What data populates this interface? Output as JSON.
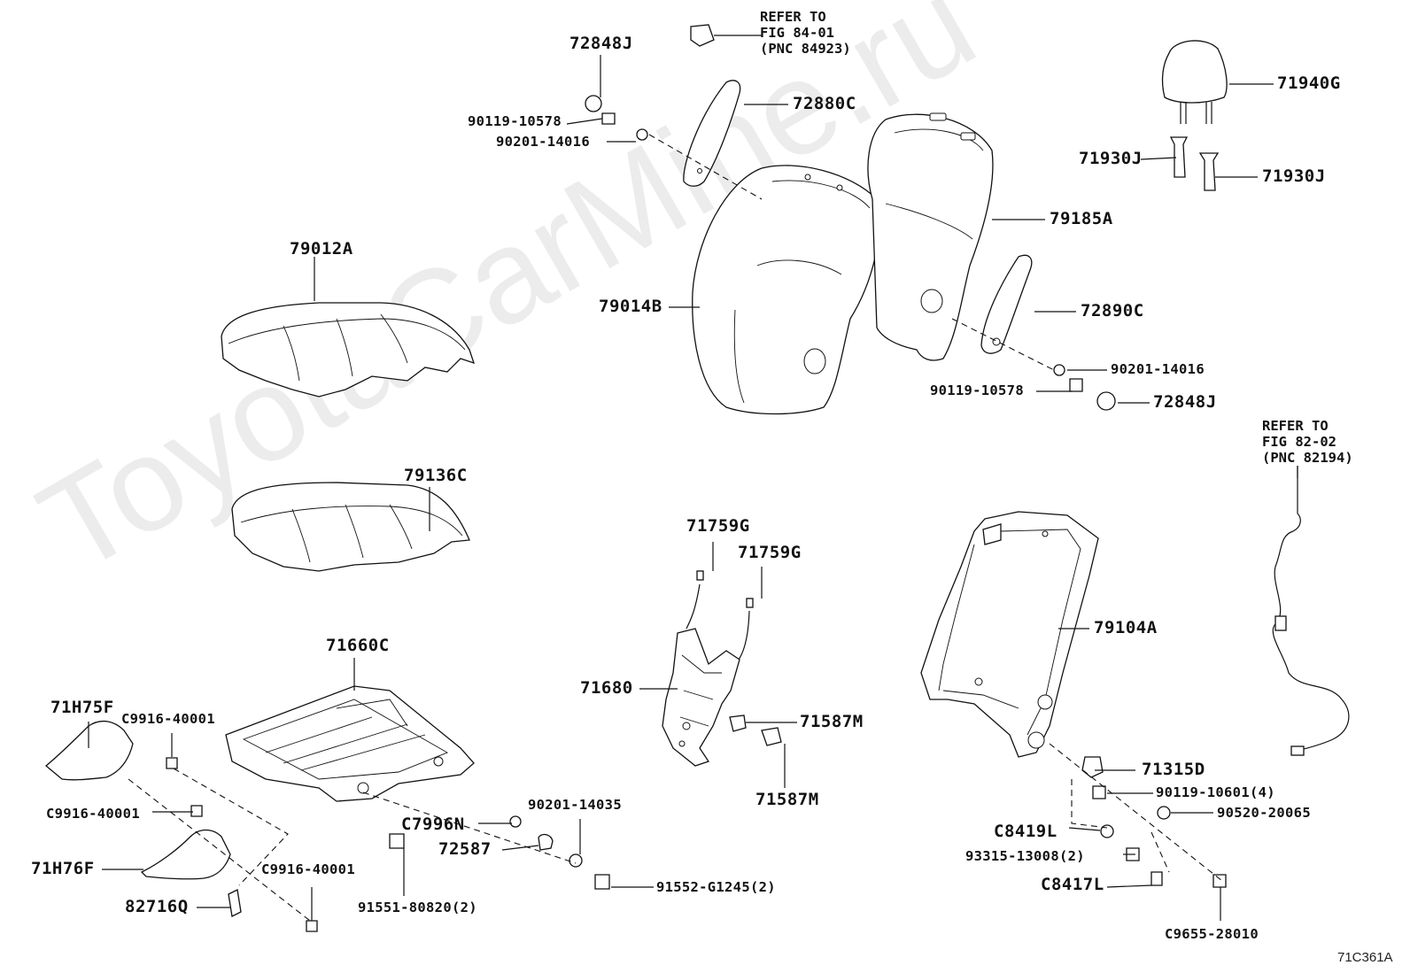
{
  "watermark": "ToyotaCarMine.ru",
  "figure_code": "71C361A",
  "notes": {
    "fig84": "REFER TO\nFIG 84-01\n(PNC 84923)",
    "fig82": "REFER TO\nFIG 82-02\n(PNC 82194)"
  },
  "parts": {
    "p72848J_top": "72848J",
    "p90119_10578_top": "90119-10578",
    "p90201_14016_top": "90201-14016",
    "p72880C": "72880C",
    "p71940G": "71940G",
    "p71930J_left": "71930J",
    "p71930J_right": "71930J",
    "p79185A": "79185A",
    "p79012A": "79012A",
    "p79014B": "79014B",
    "p72890C": "72890C",
    "p90201_14016_right": "90201-14016",
    "p90119_10578_right": "90119-10578",
    "p72848J_right": "72848J",
    "p79136C": "79136C",
    "p71759G_a": "71759G",
    "p71759G_b": "71759G",
    "p71660C": "71660C",
    "p71680": "71680",
    "p71587M_a": "71587M",
    "p71587M_b": "71587M",
    "p79104A": "79104A",
    "p71H75F": "71H75F",
    "pC9916_40001_a": "C9916-40001",
    "pC9916_40001_b": "C9916-40001",
    "pC9916_40001_c": "C9916-40001",
    "p71H76F": "71H76F",
    "p82716Q": "82716Q",
    "p90201_14035": "90201-14035",
    "pC7996N": "C7996N",
    "p72587": "72587",
    "p91552_G1245": "91552-G1245(2)",
    "p91551_80820": "91551-80820(2)",
    "p71315D": "71315D",
    "p90119_10601": "90119-10601(4)",
    "p90520_20065": "90520-20065",
    "pC8419L": "C8419L",
    "p93315_13008": "93315-13008(2)",
    "pC8417L": "C8417L",
    "pC9655_28010": "C9655-28010"
  }
}
